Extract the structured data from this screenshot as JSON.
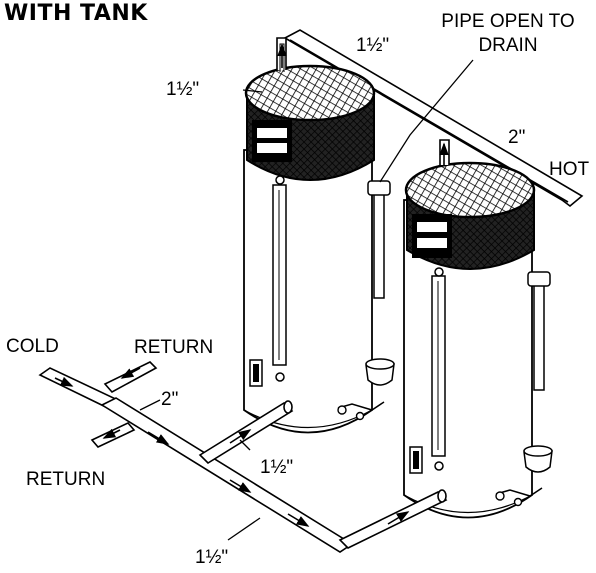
{
  "title": "WITH TANK",
  "labels": {
    "pipe_open": "PIPE OPEN TO",
    "drain": "DRAIN",
    "hot": "HOT",
    "cold": "COLD",
    "return_top": "RETURN",
    "return_bottom": "RETURN",
    "size_top_pipe": "1½\"",
    "size_left_tank": "1½\"",
    "size_hot_line": "2\"",
    "size_supply": "2\"",
    "size_branch": "1½\"",
    "size_bottom": "1½\""
  }
}
